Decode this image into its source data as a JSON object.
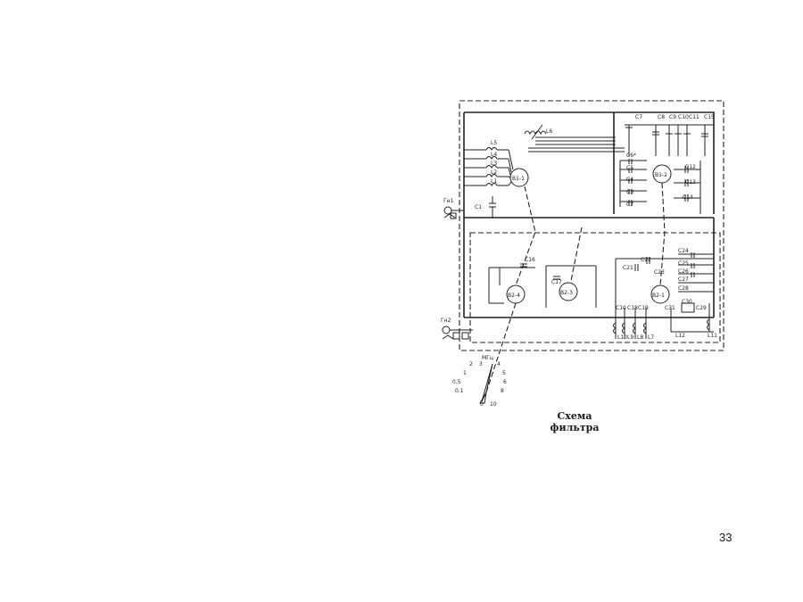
{
  "caption": "Схема фильтра",
  "page_number": "33",
  "connectors": {
    "input": "Гн1",
    "output": "Гн2"
  },
  "switches": [
    "В1-1",
    "В1-2",
    "В2-4",
    "В2-3",
    "В2-1"
  ],
  "inductors": [
    "L1",
    "L2",
    "L3",
    "L4",
    "L5",
    "L6",
    "L7",
    "L8",
    "L9",
    "L10",
    "L11",
    "L12"
  ],
  "capacitors_top": [
    "C1",
    "C2",
    "C3",
    "C4",
    "C5",
    "C6",
    "C7",
    "C8",
    "C9",
    "C10",
    "C11",
    "C12",
    "C13",
    "C14",
    "C15"
  ],
  "capacitors_bottom": [
    "C16",
    "C17",
    "C18",
    "C19",
    "C20",
    "C21",
    "C22",
    "C23",
    "C24",
    "C25",
    "C26",
    "C27",
    "C28",
    "C29"
  ],
  "dial": {
    "unit": "МГц",
    "marks": [
      "0",
      "0,1",
      "0,5",
      "1",
      "2",
      "3",
      "4",
      "5",
      "6",
      "8",
      "10"
    ]
  }
}
